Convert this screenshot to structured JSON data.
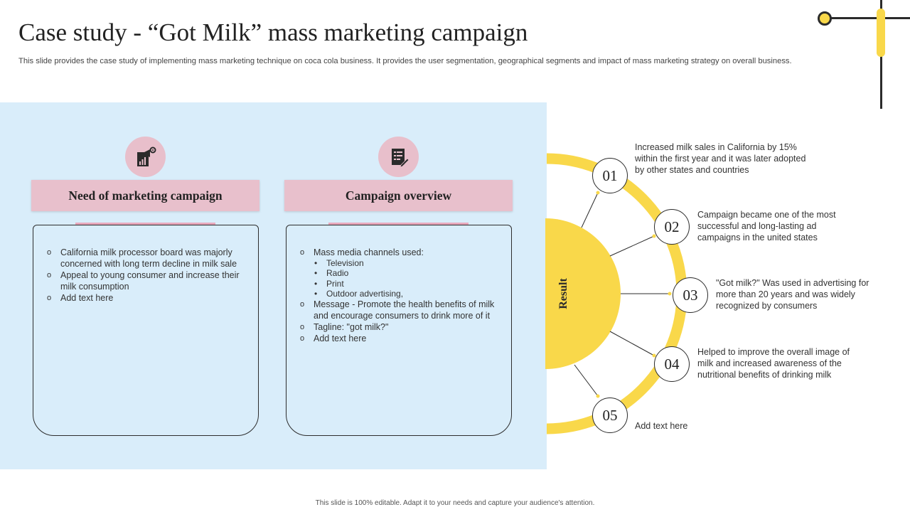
{
  "title": "Case study - “Got Milk” mass marketing campaign",
  "subtitle": "This slide provides the case study of implementing mass marketing technique on coca cola business. It provides the user segmentation, geographical segments and impact of mass marketing strategy on overall business.",
  "footer": "This slide is 100% editable.  Adapt it to your needs and capture your audience's attention.",
  "colors": {
    "panel": "#d9edfa",
    "pink": "#e8c0cc",
    "yellow": "#f9d84a",
    "dark": "#2b2b2b"
  },
  "left_card": {
    "icon": "marketing-megaphone-icon",
    "header": "Need of marketing campaign",
    "items": [
      "California  milk processor board was majorly concerned with long term decline in milk sale",
      "Appeal to young consumer and increase their milk consumption",
      "Add text here"
    ]
  },
  "right_card": {
    "icon": "document-checklist-icon",
    "header": "Campaign overview",
    "item_channels": "Mass media channels used:",
    "channels": [
      "Television",
      "Radio",
      "Print",
      "Outdoor advertising,"
    ],
    "item_message": "Message - Promote the health benefits of milk and encourage consumers to drink more of it",
    "item_tagline": "Tagline:  \"got milk?\"",
    "item_add": "Add text here"
  },
  "result": {
    "label": "Result",
    "items": [
      {
        "number": "01",
        "text": "Increased  milk sales in California  by 15% within the first year and it was later adopted by other states and countries"
      },
      {
        "number": "02",
        "text": "Campaign  became  one  of the most successful and long-lasting ad campaigns in the united states"
      },
      {
        "number": "03",
        "text": "\"Got milk?\" Was used in advertising  for more than 20 years and was widely recognized by consumers"
      },
      {
        "number": "04",
        "text": "Helped to improve  the overall  image of milk and increased awareness  of the nutritional benefits of drinking milk"
      },
      {
        "number": "05",
        "text": "Add text here"
      }
    ]
  }
}
